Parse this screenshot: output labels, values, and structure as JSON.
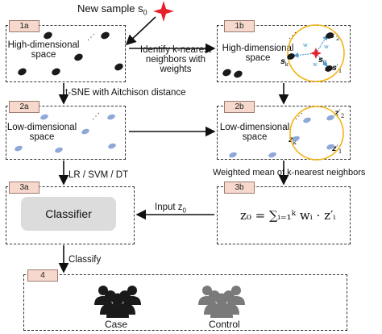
{
  "new_sample": "New sample s",
  "new_sample_sub": "0",
  "panels": {
    "p1a": {
      "tag": "1a",
      "title_l1": "High-dimensional",
      "title_l2": "space"
    },
    "p1b": {
      "tag": "1b",
      "title_l1": "High-dimensional",
      "title_l2": "space"
    },
    "p2a": {
      "tag": "2a",
      "title_l1": "Low-dimensional",
      "title_l2": "space"
    },
    "p2b": {
      "tag": "2b",
      "title_l1": "Low-dimensional",
      "title_l2": "space"
    },
    "p3a": {
      "tag": "3a",
      "classifier": "Classifier"
    },
    "p3b": {
      "tag": "3b",
      "formula": "z₀ = ∑ᵢ₌₁ᵏ wᵢ · z′ᵢ"
    },
    "p4": {
      "tag": "4",
      "case": "Case",
      "control": "Control"
    }
  },
  "arrows": {
    "identify": "Identify k-nearest neighbors with weights",
    "identify_l1": "Identify k-nearest",
    "identify_l2": "neighbors with",
    "identify_l3": "weights",
    "tsne": "t-SNE with Aitchison distance",
    "methods": "LR / SVM / DT",
    "weighted_mean": "Weighted mean of k-nearest neighbors",
    "input": "Input z",
    "input_sub": "0",
    "classify": "Classify"
  },
  "point_labels": {
    "s2": "s′2",
    "sk": "sk",
    "s0": "s0",
    "s1": "s′1",
    "z2": "z′2",
    "zk": "zk",
    "z1": "z′1"
  },
  "colors": {
    "star": "#e8202a",
    "circle": "#f2b418",
    "low_dots": "#8ea9d8",
    "tag_bg": "#f6d9cc",
    "case": "#1a1a1a",
    "control": "#7a7a7a"
  }
}
